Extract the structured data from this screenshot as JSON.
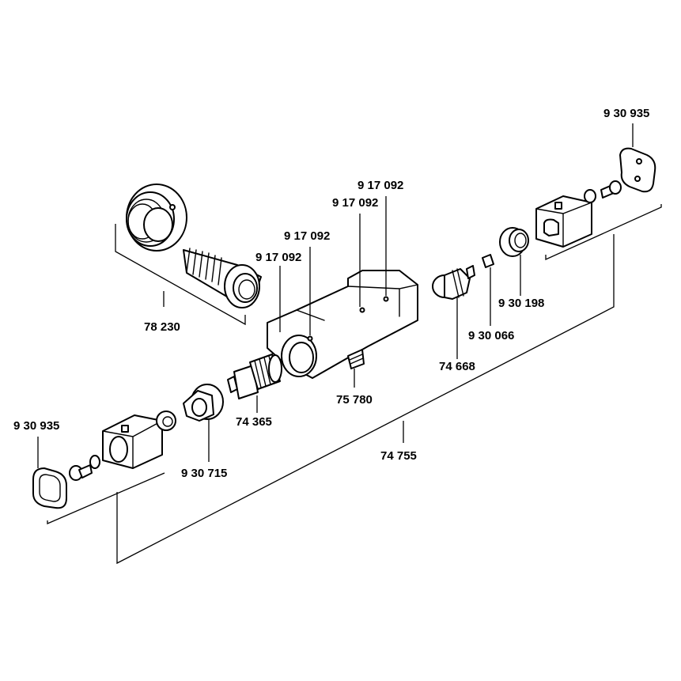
{
  "labels": {
    "p_78230": "78 230",
    "p_917092_a": "9 17 092",
    "p_917092_b": "9 17 092",
    "p_917092_c": "9 17 092",
    "p_917092_d": "9 17 092",
    "p_930935_right": "9 30 935",
    "p_930198": "9 30 198",
    "p_930066": "9 30 066",
    "p_74668": "74 668",
    "p_75780": "75 780",
    "p_74365": "74 365",
    "p_930715": "9 30 715",
    "p_930935_left": "9 30 935",
    "p_74755": "74 755"
  }
}
